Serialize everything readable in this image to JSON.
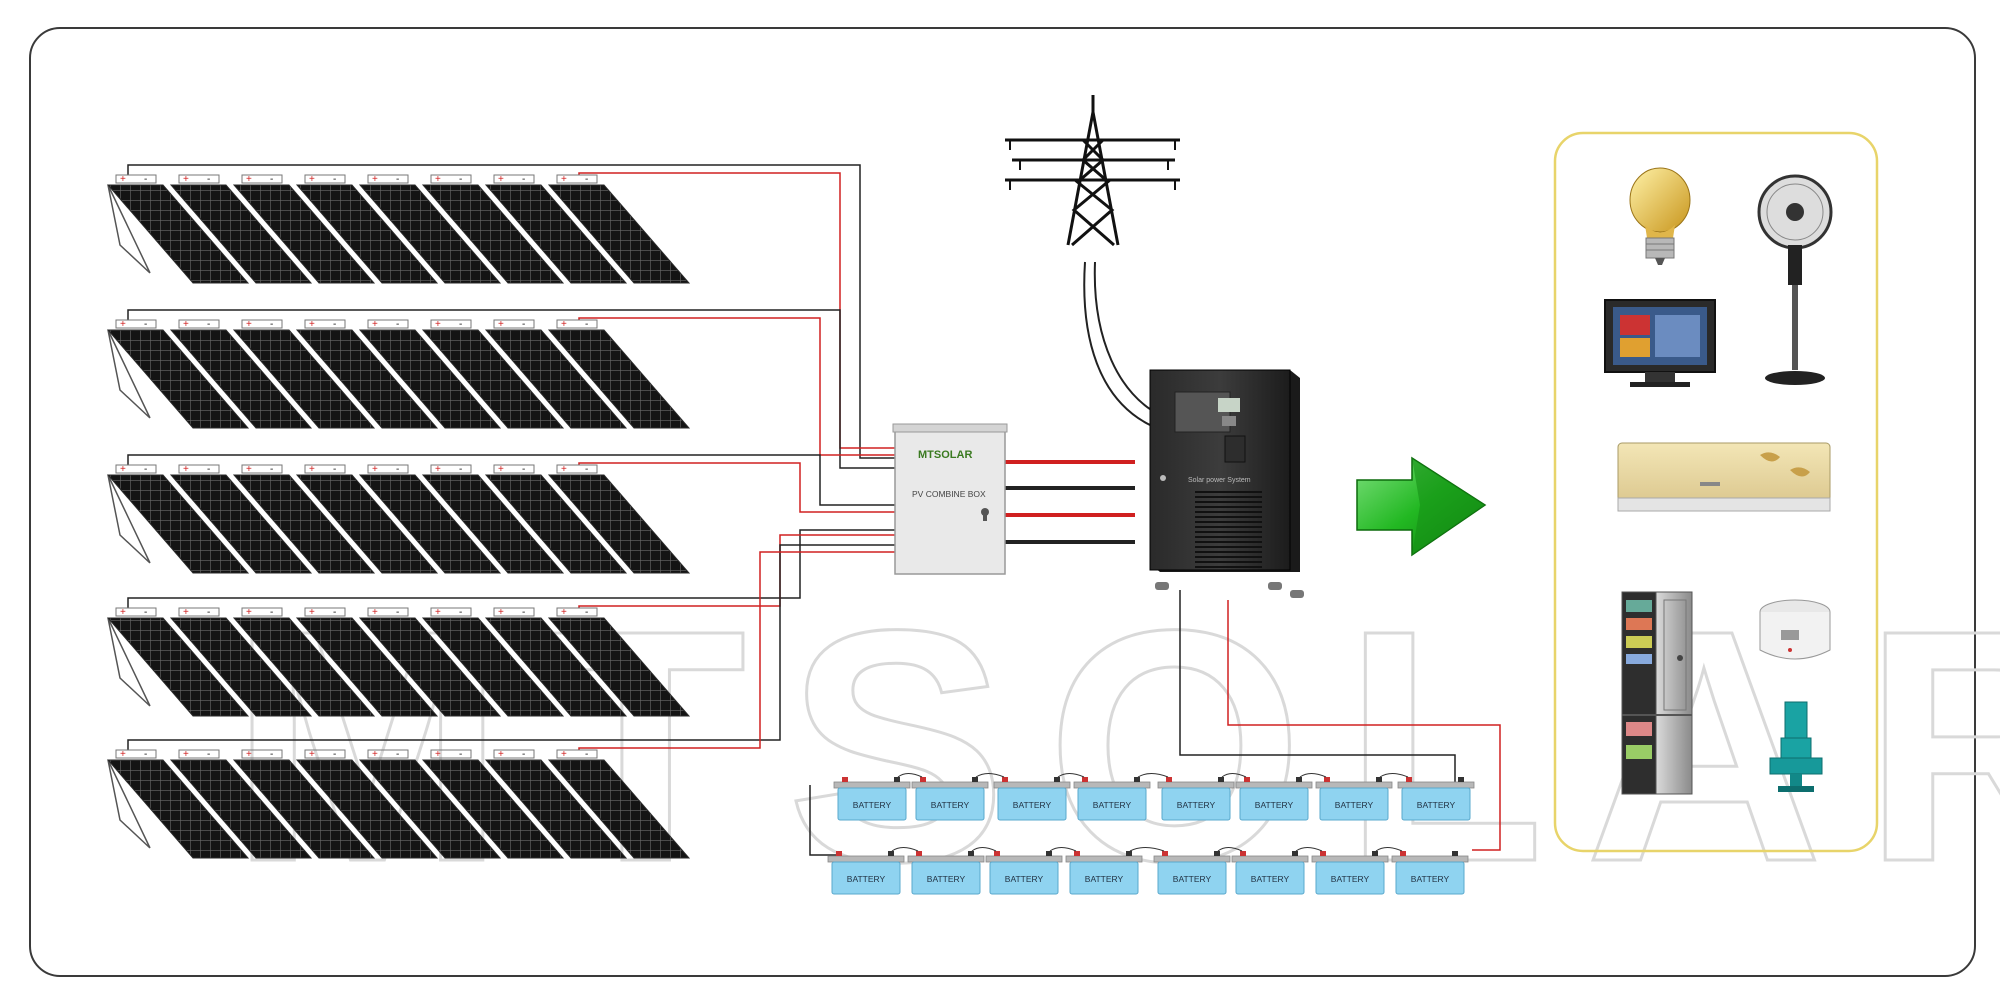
{
  "combine_box": {
    "brand": "MTSOLAR",
    "label": "PV COMBINE BOX"
  },
  "inverter": {
    "label": "Solar power System"
  },
  "battery": {
    "label": "BATTERY",
    "top_row_count": 8,
    "bottom_row_count": 8
  },
  "panel_array": {
    "rows": 5,
    "panels_per_row": 8
  },
  "watermark": "MTSOLAR",
  "loads": [
    "light-bulb",
    "stand-fan",
    "television",
    "air-conditioner",
    "refrigerator",
    "rice-cooker",
    "water-pump"
  ],
  "colors": {
    "frame": "#3a3a3a",
    "positive_wire": "#d02020",
    "negative_wire": "#222222",
    "battery": "#8fd3f0",
    "arrow": "#1fb41f",
    "loads_border": "#e8d46a"
  }
}
